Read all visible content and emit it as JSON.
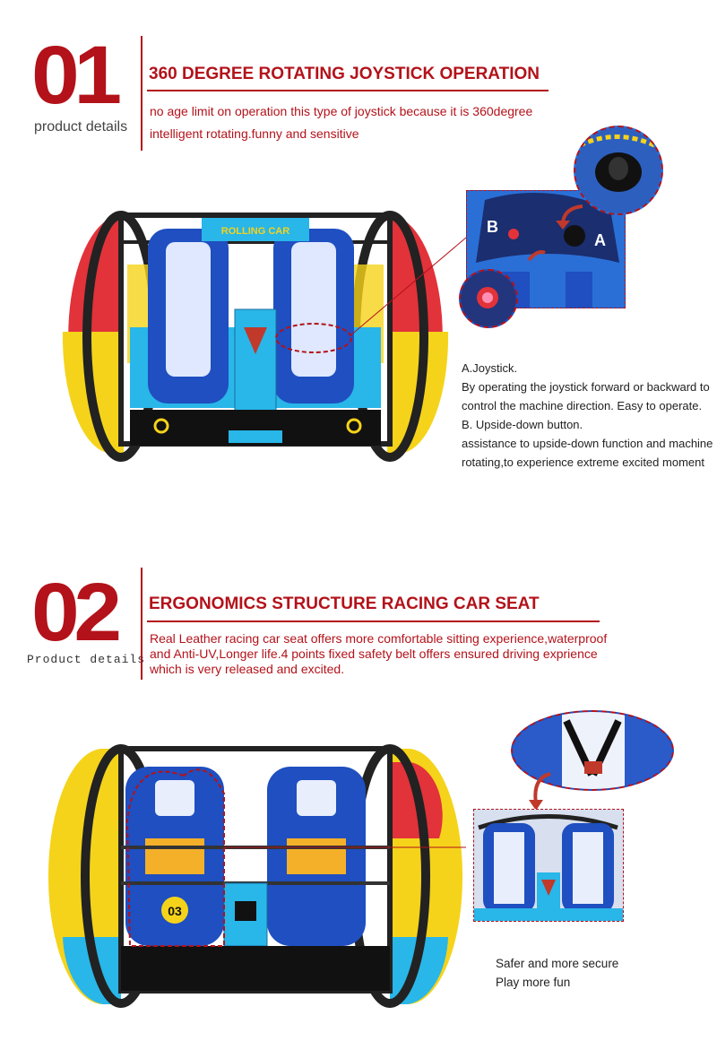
{
  "section1": {
    "number": "01",
    "subtitle": "product details",
    "title": "360 DEGREE ROTATING JOYSTICK OPERATION",
    "desc_line1": "no age limit on operation this type of joystick because it is 360degree",
    "desc_line2": "intelligent rotating.funny and sensitive",
    "seat_logo_text": "ROLLING CAR",
    "callout_labels": {
      "a": "A",
      "b": "B"
    },
    "notes": [
      "A.Joystick.",
      "By operating the joystick forward or backward to",
      "control the machine direction. Easy to operate.",
      "B. Upside-down button.",
      "assistance to upside-down function and machine",
      "rotating,to experience extreme excited moment"
    ]
  },
  "section2": {
    "number": "02",
    "subtitle": "Product details",
    "title": "ERGONOMICS STRUCTURE RACING CAR SEAT",
    "desc_line1": "Real Leather racing car seat offers more comfortable sitting experience,waterproof",
    "desc_line2": "and Anti-UV,Longer life.4 points fixed safety belt offers ensured driving exprience",
    "desc_line3": "which is very released and excited.",
    "seat_number": "03",
    "notes": [
      "Safer and more secure",
      "Play more fun"
    ]
  },
  "colors": {
    "accent": "#b3121a",
    "seat_blue": "#1f4fc0",
    "cyan": "#29b6e8",
    "yellow": "#f5d31a",
    "red": "#e2323a"
  }
}
